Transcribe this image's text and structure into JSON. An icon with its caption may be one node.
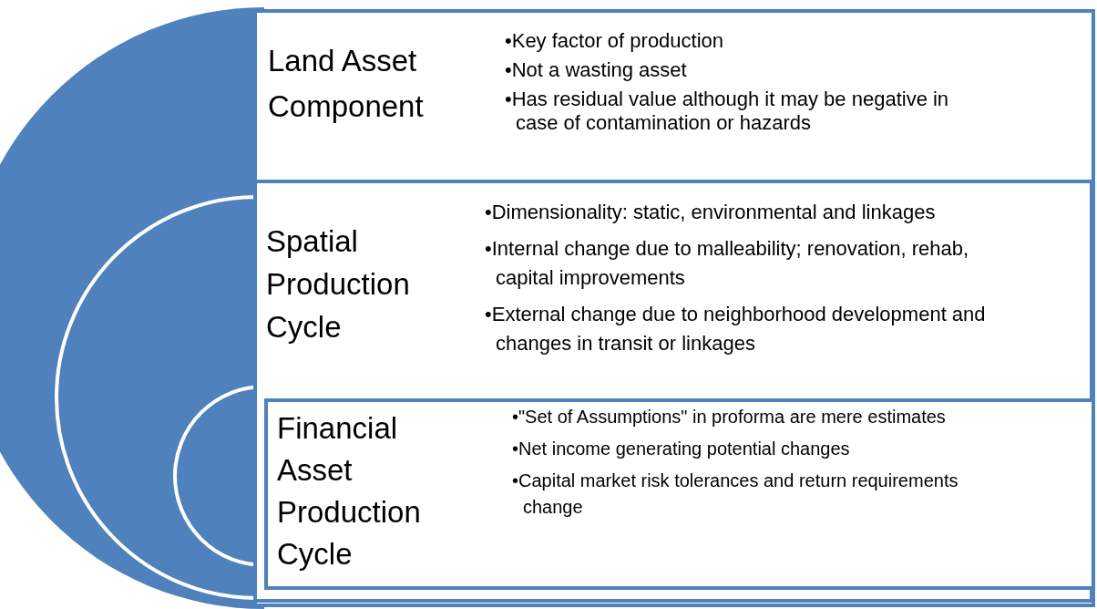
{
  "diagram": {
    "nodes": [
      {
        "text": [
          "Land Asset Component",
          "•Key factor of production",
          "•Not a wasting asset",
          "•Has residual value although it may be negative in case of contamination or hazards"
        ]
      },
      {
        "text": [
          "Spatial Production Cycle",
          "•Dimensionality: static, environmental and linkages",
          "•Internal change due to malleability; renovation, rehab, capital improvements",
          "•External change due to neighborhood development and changes in transit or linkages"
        ],
        "in": 0
      },
      {
        "text": [
          "Financial Asset Production Cycle",
          "•\"Set of Assumptions\" in proforma are mere estimates",
          "•Net income generating potential changes",
          "•Capital market risk tolerances and return requirements change"
        ],
        "in": 1
      }
    ]
  }
}
